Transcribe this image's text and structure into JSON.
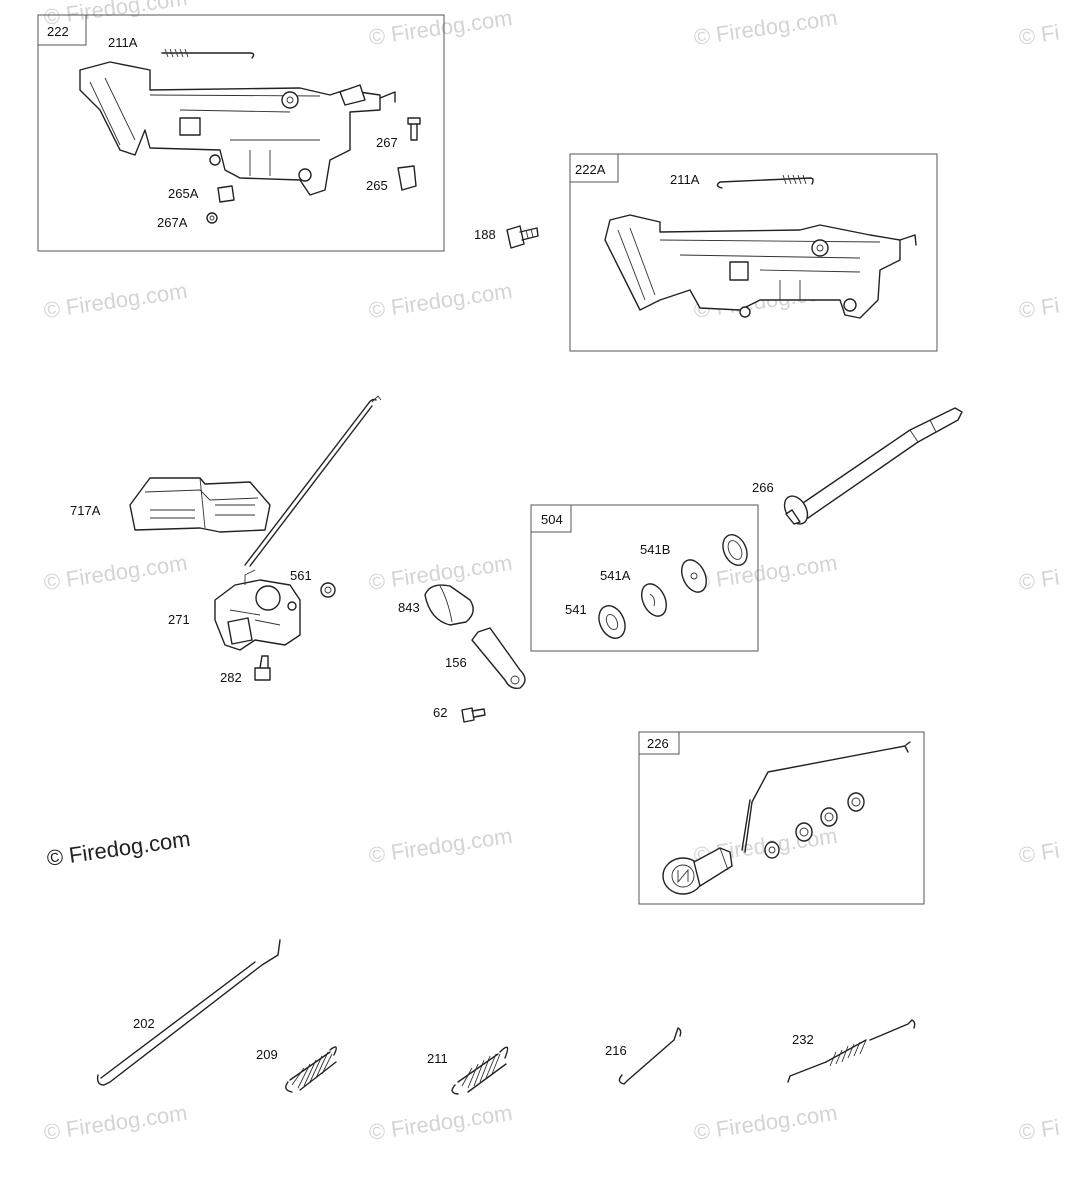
{
  "watermark": {
    "text": "© Firedog.com",
    "partial": "© Fi"
  },
  "boxes": {
    "b222": "222",
    "b222a": "222A",
    "b504": "504",
    "b226": "226"
  },
  "labels": {
    "l211a_1": "211A",
    "l267": "267",
    "l265a": "265A",
    "l265": "265",
    "l267a": "267A",
    "l188": "188",
    "l211a_2": "211A",
    "l717a": "717A",
    "l271": "271",
    "l561": "561",
    "l282": "282",
    "l843": "843",
    "l156": "156",
    "l62": "62",
    "l541b": "541B",
    "l541a": "541A",
    "l541": "541",
    "l266": "266",
    "l202": "202",
    "l209": "209",
    "l211": "211",
    "l216": "216",
    "l232": "232"
  }
}
